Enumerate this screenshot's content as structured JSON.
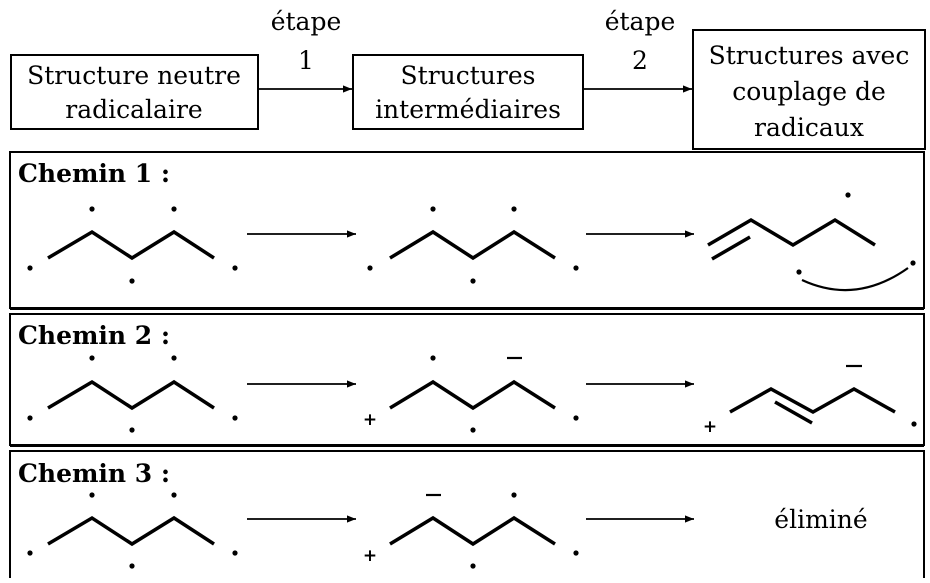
{
  "flow": {
    "box_neutral": {
      "line1": "Structure neutre",
      "line2": "radicalaire"
    },
    "box_intermediate": {
      "line1": "Structures",
      "line2": "intermédiaires"
    },
    "box_coupled": {
      "line1": "Structures avec",
      "line2": "couplage de",
      "line3": "radicaux"
    },
    "step1": {
      "word": "étape",
      "num": "1"
    },
    "step2": {
      "word": "étape",
      "num": "2"
    }
  },
  "pathways": [
    {
      "title": "Chemin 1 :"
    },
    {
      "title": "Chemin 2 :"
    },
    {
      "title": "Chemin 3 :",
      "result_label": "éliminé"
    }
  ],
  "charges": {
    "plus": "+",
    "minus": "−"
  }
}
